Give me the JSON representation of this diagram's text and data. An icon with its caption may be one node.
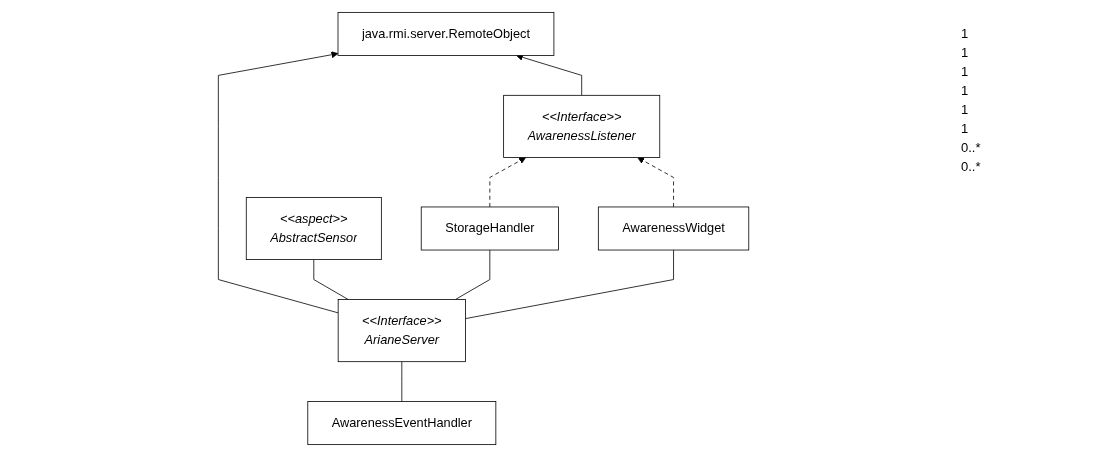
{
  "diagram": {
    "nodes": [
      {
        "text": [
          "java.rmi.server.RemoteObject"
        ]
      },
      {
        "text": [
          "AwarenessEventHandler"
        ]
      },
      {
        "text": [
          "<<Interface>>",
          "ArianeServer"
        ]
      },
      {
        "text": [
          "StorageHandler"
        ]
      },
      {
        "text": [
          "<<Interface>>",
          "AwarenessListener"
        ]
      },
      {
        "text": [
          "<<aspect>>",
          "AbstractSensor"
        ]
      },
      {
        "text": [
          "AwarenessWidget"
        ]
      }
    ],
    "edges": [
      {
        "from": 2,
        "to": 0,
        "arrow": "to"
      },
      {
        "from": 4,
        "to": 0,
        "arrow": "to"
      },
      {
        "from": 1,
        "to": 2,
        "arrow": "none"
      },
      {
        "from": 2,
        "to": 3,
        "arrow": "none"
      },
      {
        "from": 3,
        "to": 4,
        "arrow": "to",
        "style": "dashed"
      },
      {
        "from": 2,
        "to": 5,
        "arrow": "none"
      },
      {
        "from": 2,
        "to": 6,
        "arrow": "none"
      },
      {
        "from": 6,
        "to": 4,
        "arrow": "to",
        "style": "dashed"
      }
    ],
    "labels": [
      "1",
      "1",
      "1",
      "1",
      "1",
      "1",
      "0..*",
      "0..*"
    ]
  }
}
